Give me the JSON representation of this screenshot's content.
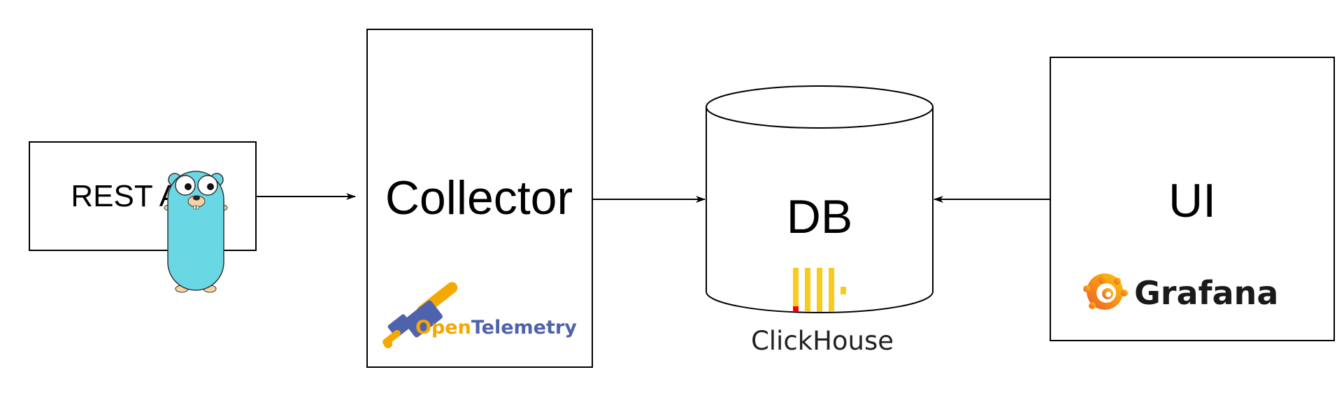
{
  "nodes": {
    "rest_api": {
      "label": "REST API"
    },
    "collector": {
      "label": "Collector",
      "logo_text_primary": "Open",
      "logo_text_secondary": "Telemetry"
    },
    "db": {
      "label": "DB",
      "logo_text": "ClickHouse"
    },
    "ui": {
      "label": "UI",
      "logo_text": "Grafana"
    }
  },
  "edges": [
    {
      "from": "rest_api",
      "to": "collector"
    },
    {
      "from": "collector",
      "to": "db"
    },
    {
      "from": "ui",
      "to": "db"
    }
  ],
  "colors": {
    "stroke": "#000000",
    "gopher_body": "#6ad7e5",
    "otel_blue": "#4f62ad",
    "otel_orange": "#f5a800",
    "clickhouse_yellow": "#f8cb1c",
    "clickhouse_red": "#ff0000",
    "grafana_orange": "#f46800",
    "grafana_yellow": "#fbc116"
  },
  "icons": {
    "rest_api": "go-gopher-icon",
    "collector": "opentelemetry-logo",
    "db": "clickhouse-logo",
    "ui": "grafana-logo"
  }
}
